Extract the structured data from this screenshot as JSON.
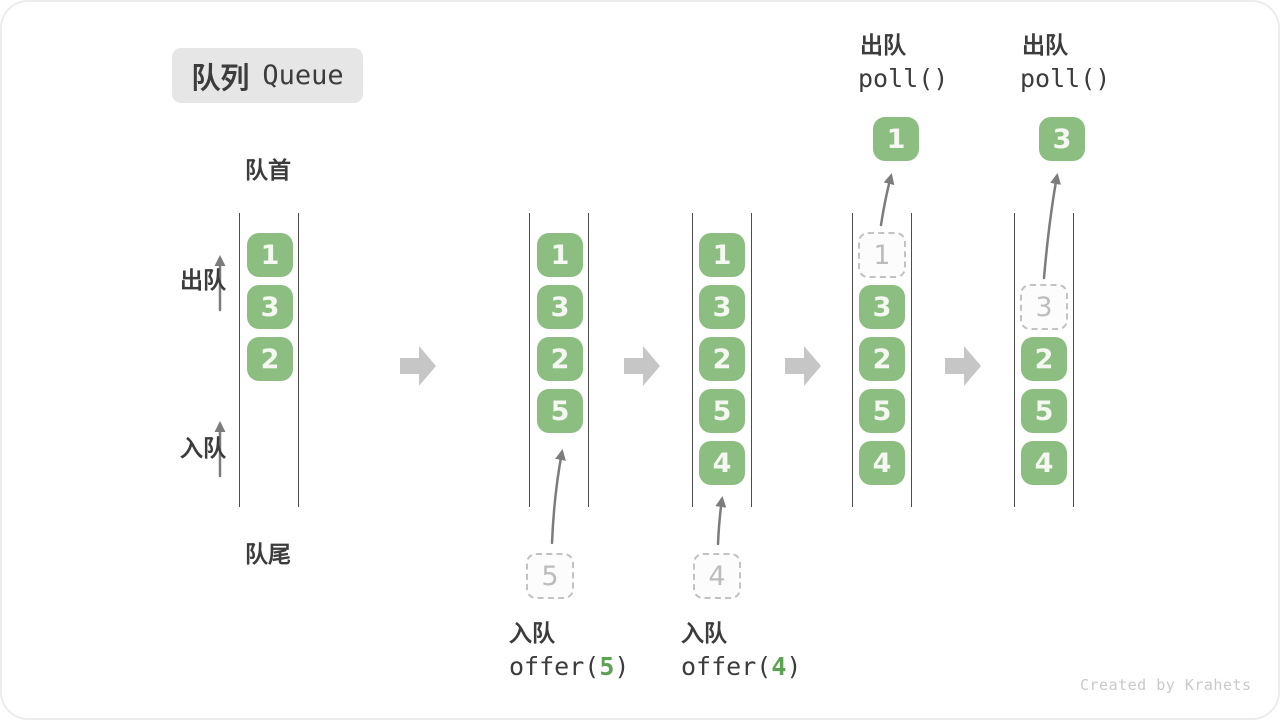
{
  "title": {
    "zh": "队列",
    "en": "Queue"
  },
  "labels": {
    "front": "队首",
    "rear": "队尾",
    "dequeue_side": "出队",
    "enqueue_side": "入队"
  },
  "watermark": "Created by Krahets",
  "colors": {
    "box_green": "#8cbe82",
    "box_text": "#f4f8f1",
    "code_arg_green": "#5ba352",
    "dashed_border": "#c2c2c2",
    "dashed_text": "#bcbcbc",
    "text_dark": "#3c3c3c",
    "rail_line": "#4d4d4d",
    "stage_arrow_gray": "#c6c6c6",
    "flow_arrow_gray": "#7c7c7c",
    "badge_bg": "#e6e6e6",
    "watermark_gray": "#c9c9c9"
  },
  "stages": [
    {
      "boxes": [
        "1",
        "3",
        "2"
      ]
    },
    {
      "boxes": [
        "1",
        "3",
        "2",
        "5"
      ],
      "pending": "5",
      "op": {
        "zh": "入队",
        "fn": "offer(",
        "arg": "5",
        "close": ")"
      }
    },
    {
      "boxes": [
        "1",
        "3",
        "2",
        "5",
        "4"
      ],
      "pending": "4",
      "op": {
        "zh": "入队",
        "fn": "offer(",
        "arg": "4",
        "close": ")"
      }
    },
    {
      "boxes": [
        "3",
        "2",
        "5",
        "4"
      ],
      "removed": "1",
      "popped": "1",
      "op": {
        "zh": "出队",
        "fn": "poll()"
      }
    },
    {
      "boxes": [
        "2",
        "5",
        "4"
      ],
      "removed": "3",
      "popped": "3",
      "op": {
        "zh": "出队",
        "fn": "poll()"
      }
    }
  ]
}
